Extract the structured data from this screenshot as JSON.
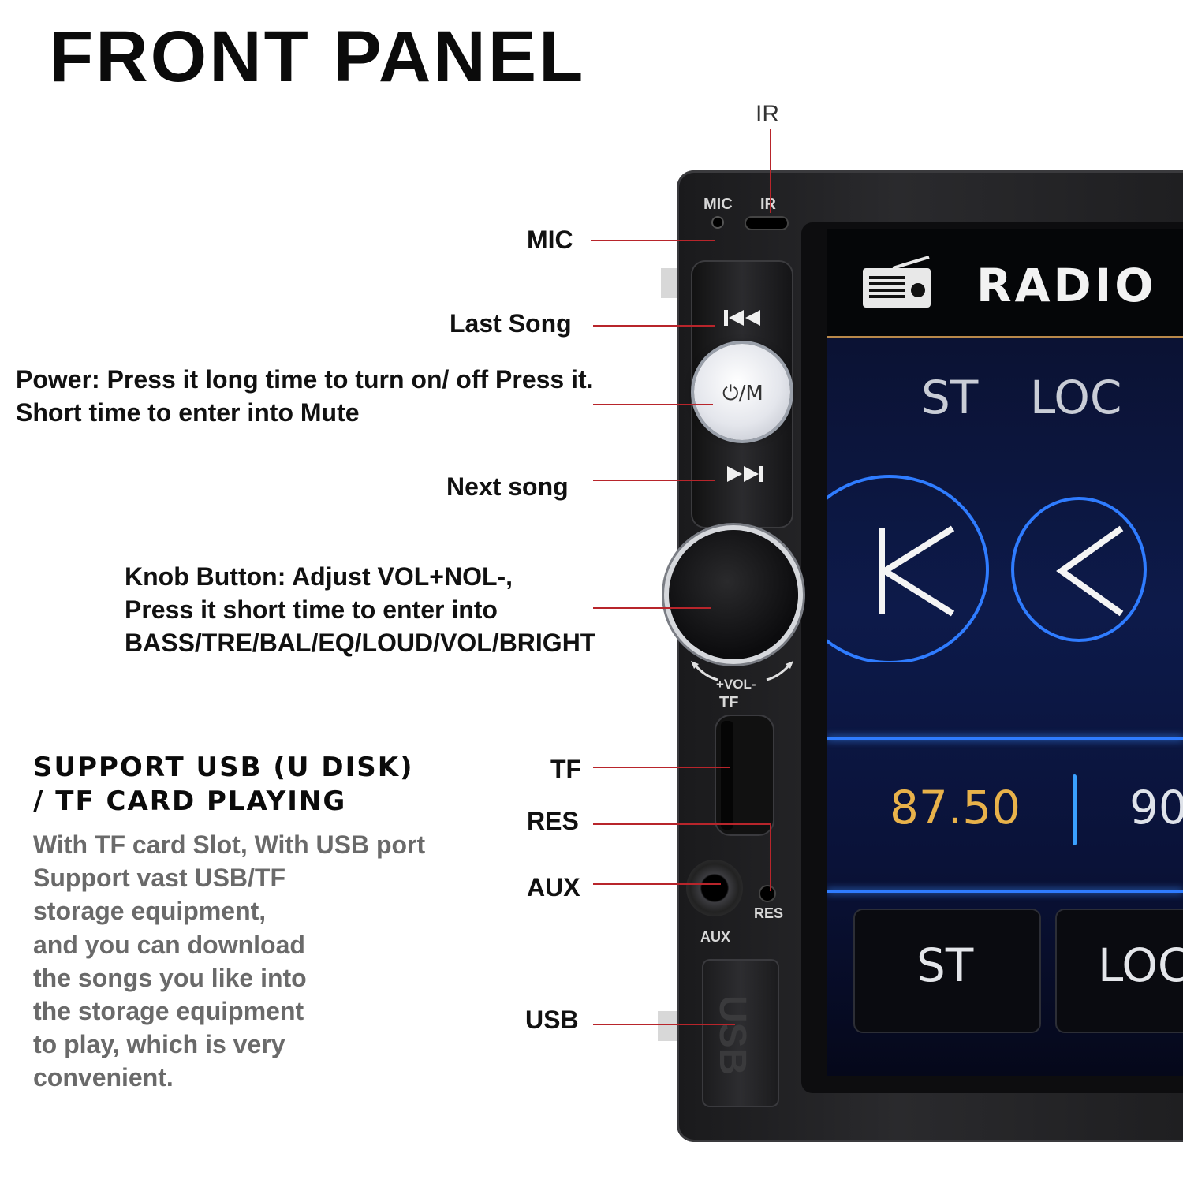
{
  "title": "FRONT PANEL",
  "callouts": {
    "ir_top": "IR",
    "mic": "MIC",
    "last_song": "Last Song",
    "power_line1": "Power: Press it long time to turn on/ off Press it.",
    "power_line2": "Short time to enter into Mute",
    "next_song": "Next song",
    "knob_line1": "Knob Button: Adjust VOL+NOL-,",
    "knob_line2": "Press it short time to enter into",
    "knob_line3": "BASS/TRE/BAL/EQ/LOUD/VOL/BRIGHT",
    "tf": "TF",
    "res": "RES",
    "aux": "AUX",
    "usb": "USB"
  },
  "support": {
    "title_line1": "SUPPORT USB (U DISK)",
    "title_line2": "/ TF CARD PLAYING",
    "desc": [
      "With TF card Slot, With USB port",
      "Support vast USB/TF",
      "storage equipment,",
      "and you can download",
      "the songs you like into",
      "the storage equipment",
      "to play, which is very",
      "convenient."
    ]
  },
  "device": {
    "mic_label": "MIC",
    "ir_label": "IR",
    "power_label": "⏻/M",
    "vol_label": "+VOL-",
    "tf_label": "TF",
    "res_label": "RES",
    "aux_label": "AUX",
    "usb_label": "USB"
  },
  "screen": {
    "header": "RADIO",
    "st": "ST",
    "loc": "LOC",
    "freq1": "87.50",
    "freq2": "90",
    "btn_st": "ST",
    "btn_loc": "LOC"
  },
  "colors": {
    "callout_line": "#b8252b",
    "frequency": "#e8b24a",
    "band_glow": "#2f7cff",
    "desc_text": "#6a6a6a"
  }
}
